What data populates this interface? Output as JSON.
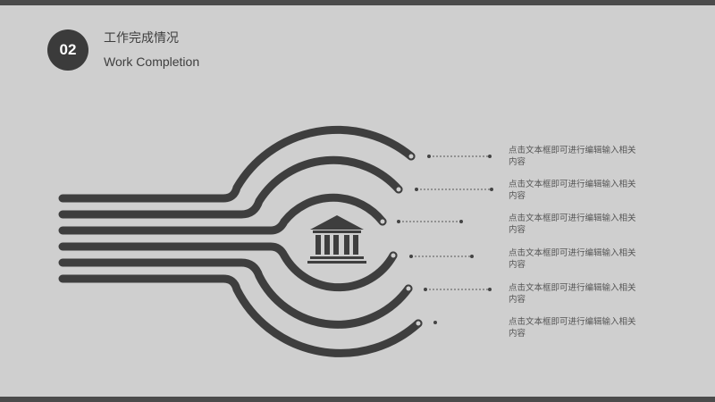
{
  "header": {
    "number": "02",
    "title_cn": "工作完成情况",
    "title_en": "Work Completion"
  },
  "center_icon": "bank-building-icon",
  "items": [
    {
      "text": "点击文本框即可进行编辑输入相关内容"
    },
    {
      "text": "点击文本框即可进行编辑输入相关内容"
    },
    {
      "text": "点击文本框即可进行编辑输入相关内容"
    },
    {
      "text": "点击文本框即可进行编辑输入相关内容"
    },
    {
      "text": "点击文本框即可进行编辑输入相关内容"
    },
    {
      "text": "点击文本框即可进行编辑输入相关内容"
    }
  ],
  "colors": {
    "background": "#cfcfcf",
    "stroke": "#3e3e3e",
    "accent_dark": "#3b3b3b"
  }
}
